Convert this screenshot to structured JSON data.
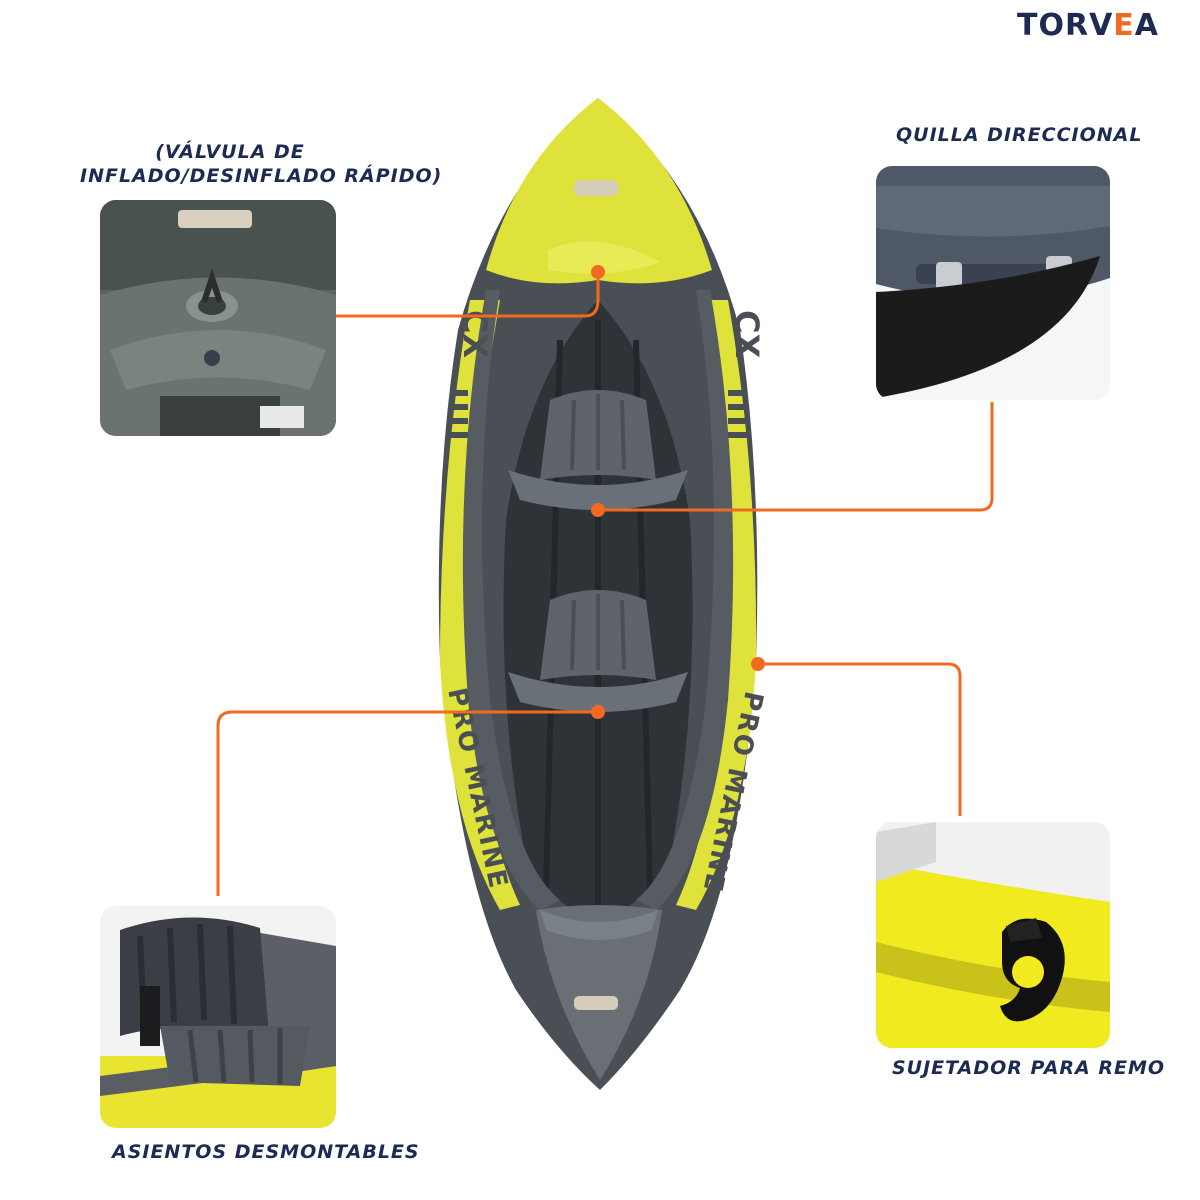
{
  "brand": {
    "name_part1": "TORV",
    "name_accent": "E",
    "name_part2": "A",
    "accent_color": "#f26a21",
    "text_color": "#1d2a52"
  },
  "callouts": {
    "valve": {
      "line1": "(Válvula de",
      "line2": "inflado/desinflado rápido)"
    },
    "keel": {
      "label": "Quilla direccional"
    },
    "seats": {
      "label": "Asientos desmontables"
    },
    "paddle_holder": {
      "label": "Sujetador para remo"
    }
  },
  "kayak": {
    "side_text": "PRO MARINE",
    "model_mark": "CX",
    "colors": {
      "hull_yellow": "#dfe23a",
      "hull_gray": "#4a4f55",
      "floor_dark": "#2f3338",
      "connector_orange": "#f26a21"
    }
  },
  "icons": [
    "valve-detail-photo",
    "keel-fin-photo",
    "seat-detail-photo",
    "paddle-clip-photo"
  ]
}
